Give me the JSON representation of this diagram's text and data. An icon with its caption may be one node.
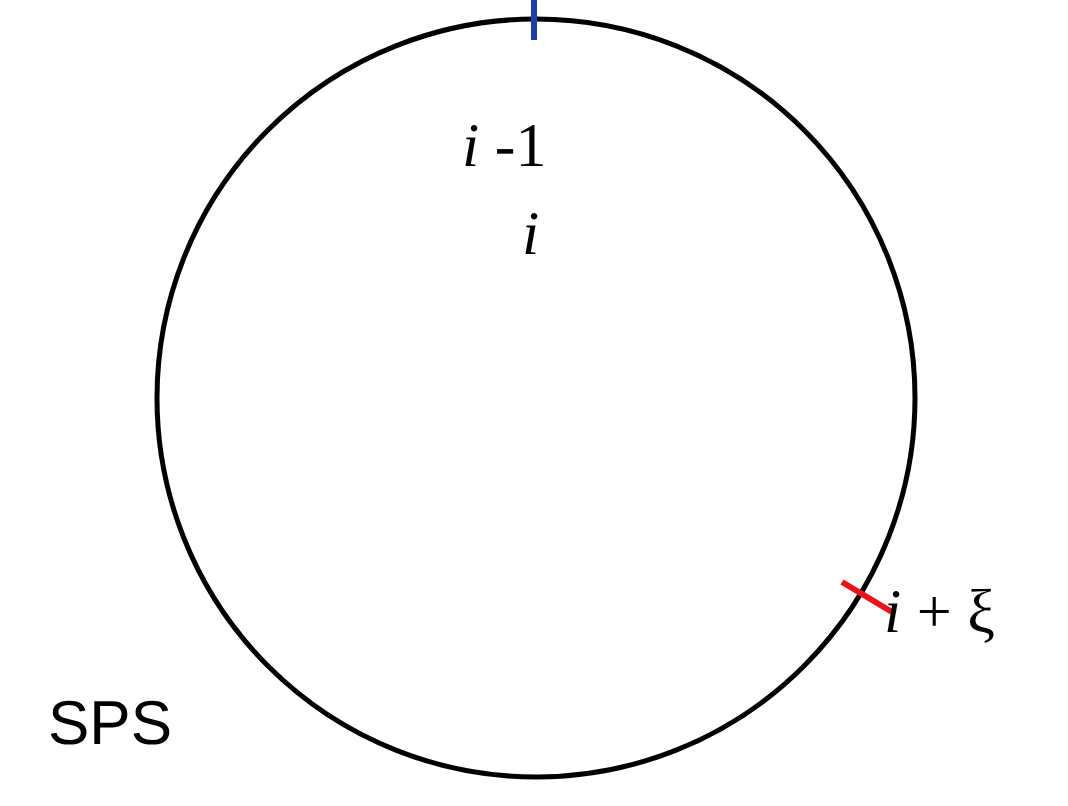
{
  "diagram": {
    "nodes": [
      {
        "text": [],
        "shape": "circle",
        "beside": [
          "SPS"
        ]
      }
    ],
    "labels": [
      "*i* -1",
      "i",
      "*i* + ξ"
    ]
  }
}
